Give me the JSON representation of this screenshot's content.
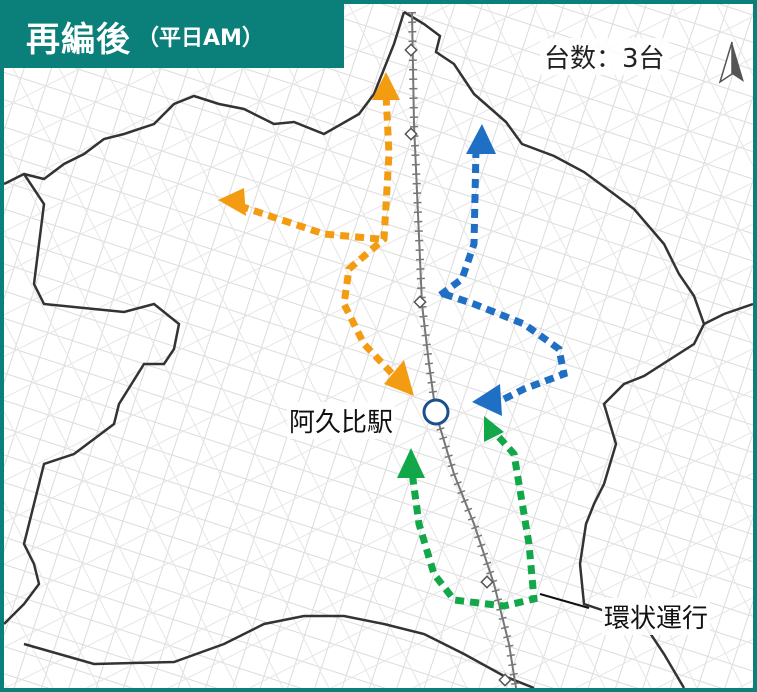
{
  "header": {
    "title": "再編後",
    "subtitle": "（平日AM）"
  },
  "legend": {
    "vehicle_count": "台数：3台"
  },
  "labels": {
    "station": "阿久比駅",
    "loop_route": "環状運行"
  },
  "icons": {
    "north": "north-arrow-icon"
  },
  "colors": {
    "frame": "#0b7f7a",
    "orange_route": "#f39c12",
    "blue_route": "#1f6fc5",
    "green_route": "#12a84a",
    "boundary": "#333333",
    "railway": "#777777",
    "station": "#1f4e8c"
  }
}
